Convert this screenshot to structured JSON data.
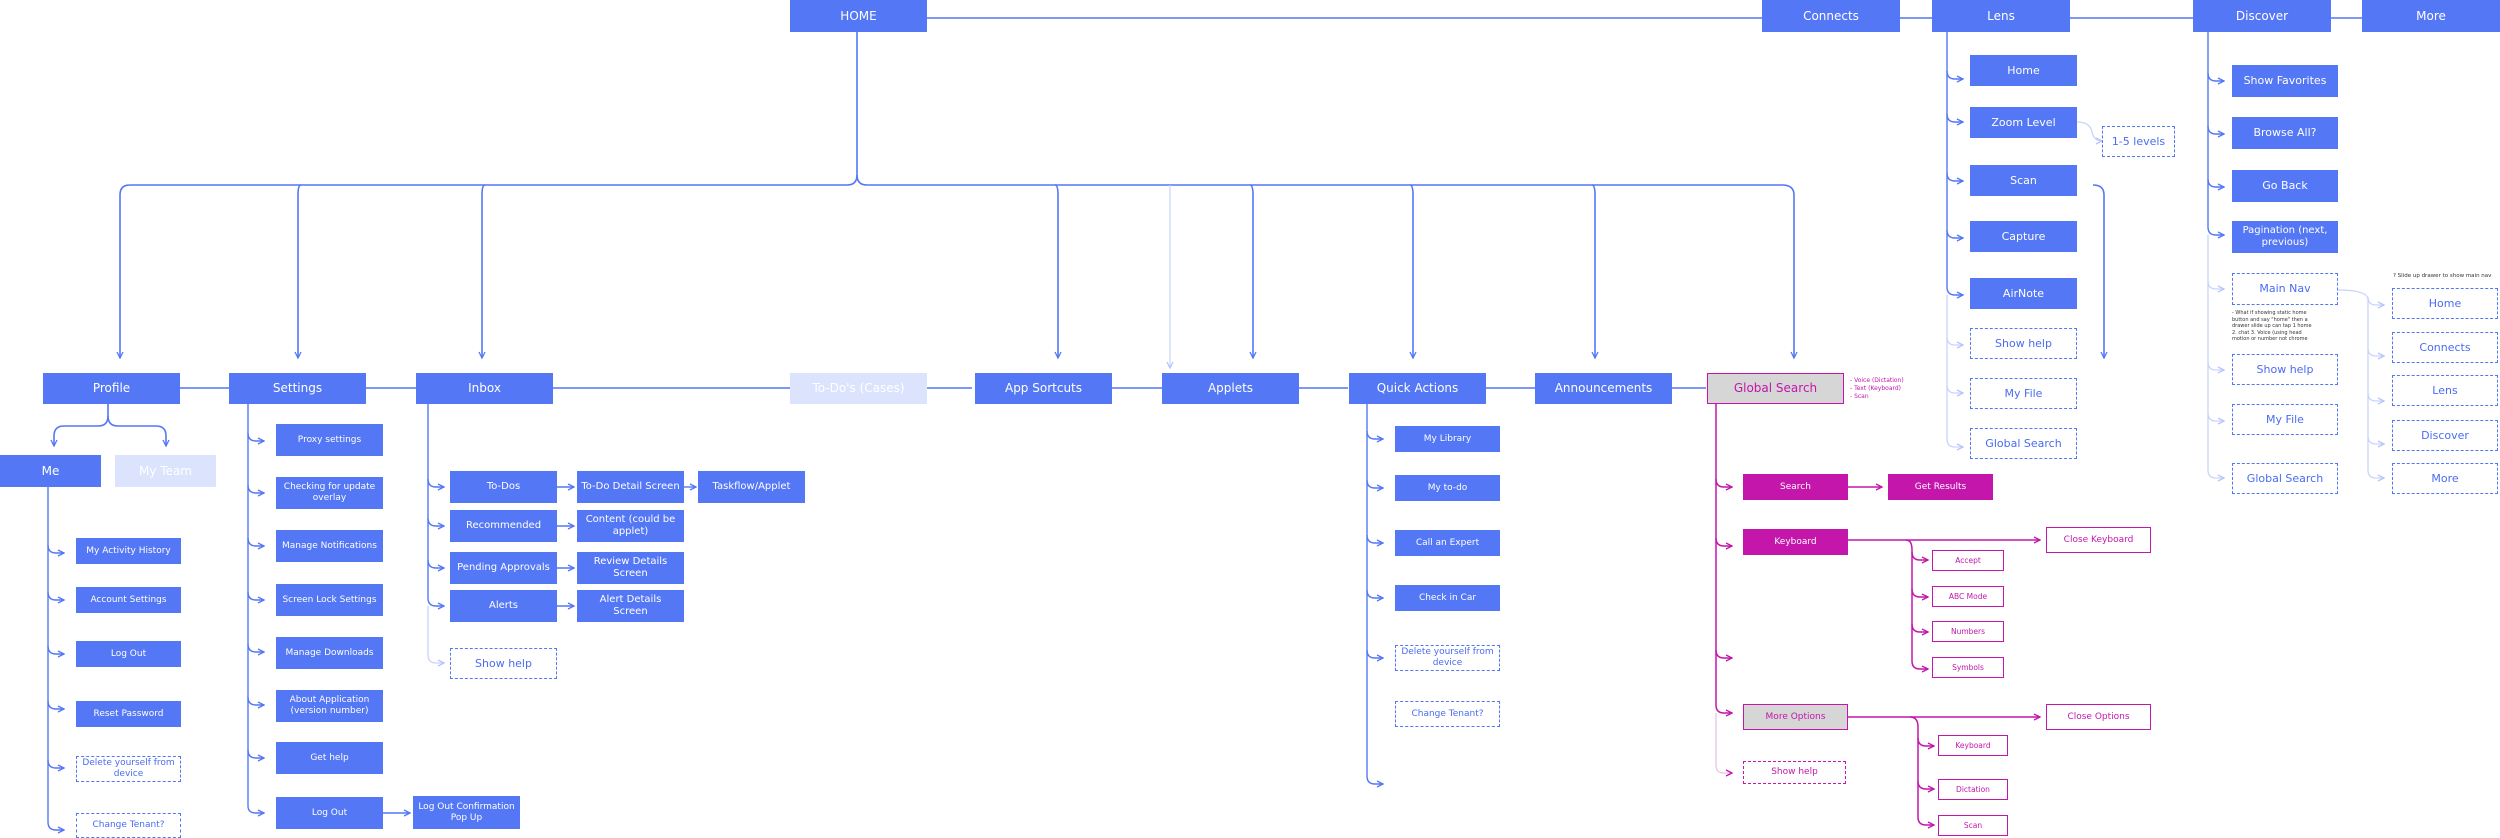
{
  "nodes": {
    "home": "HOME",
    "connects": "Connects",
    "lens": "Lens",
    "discover": "Discover",
    "more": "More",
    "lens_home": "Home",
    "lens_zoom": "Zoom Level",
    "lens_levels": "1-5 levels",
    "lens_scan": "Scan",
    "lens_capture": "Capture",
    "lens_airnote": "AirNote",
    "lens_help": "Show help",
    "lens_file": "My File",
    "lens_search": "Global Search",
    "disc_fav": "Show Favorites",
    "disc_browse": "Browse All?",
    "disc_back": "Go Back",
    "disc_page": "Pagination (next, previous)",
    "disc_mainnav": "Main Nav",
    "disc_help": "Show help",
    "disc_file": "My File",
    "disc_search": "Global Search",
    "nav_home": "Home",
    "nav_connects": "Connects",
    "nav_lens": "Lens",
    "nav_discover": "Discover",
    "nav_more": "More",
    "profile": "Profile",
    "settings": "Settings",
    "inbox": "Inbox",
    "todos_cases": "To-Do's (Cases)",
    "app_shortcuts": "App Sortcuts",
    "applets": "Applets",
    "quick_actions": "Quick Actions",
    "announcements": "Announcements",
    "global_search": "Global Search",
    "me": "Me",
    "my_team": "My Team",
    "activity": "My Activity History",
    "account": "Account Settings",
    "p_logout": "Log Out",
    "reset": "Reset Password",
    "p_delete": "Delete yourself from device",
    "p_tenant": "Change Tenant?",
    "proxy": "Proxy settings",
    "checking": "Checking for update overlay",
    "notif": "Manage Notifications",
    "screenlock": "Screen Lock Settings",
    "downloads": "Manage Downloads",
    "about": "About Application (version number)",
    "gethelp": "Get help",
    "s_logout": "Log Out",
    "logout_confirm": "Log Out Confirmation Pop Up",
    "todos": "To-Dos",
    "todo_detail": "To-Do Detail Screen",
    "taskflow": "Taskflow/Applet",
    "recommended": "Recommended",
    "content": "Content (could be applet)",
    "pending": "Pending Approvals",
    "review": "Review Details Screen",
    "alerts": "Alerts",
    "alert_details": "Alert Details Screen",
    "inbox_help": "Show help",
    "library": "My Library",
    "mytodo": "My to-do",
    "expert": "Call an Expert",
    "checkin": "Check in Car",
    "q_delete": "Delete yourself from device",
    "q_tenant": "Change Tenant?",
    "gs_search": "Search",
    "gs_results": "Get Results",
    "keyboard": "Keyboard",
    "close_keyboard": "Close Keyboard",
    "accept": "Accept",
    "abc": "ABC Mode",
    "numbers": "Numbers",
    "symbols": "Symbols",
    "more_options": "More Options",
    "close_options": "Close Options",
    "mo_keyboard": "Keyboard",
    "mo_dictation": "Dictation",
    "mo_scan": "Scan",
    "gs_help": "Show help"
  },
  "notes": {
    "gs_modes": "- Voice (Dictation)\n- Text (Keyboard)\n- Scan",
    "slide_up": "? Slide up drawer to show main nav",
    "mainnav_note": "- What if showing static home button and say \"home\" then a drawer slide up can tap 1 home 2. chat 3. Voice (using head motion or number not chrome"
  },
  "colors": {
    "primary": "#5477f6",
    "magenta": "#c416ab",
    "faded": "#dce4fd",
    "grey": "#d6d6d6"
  }
}
